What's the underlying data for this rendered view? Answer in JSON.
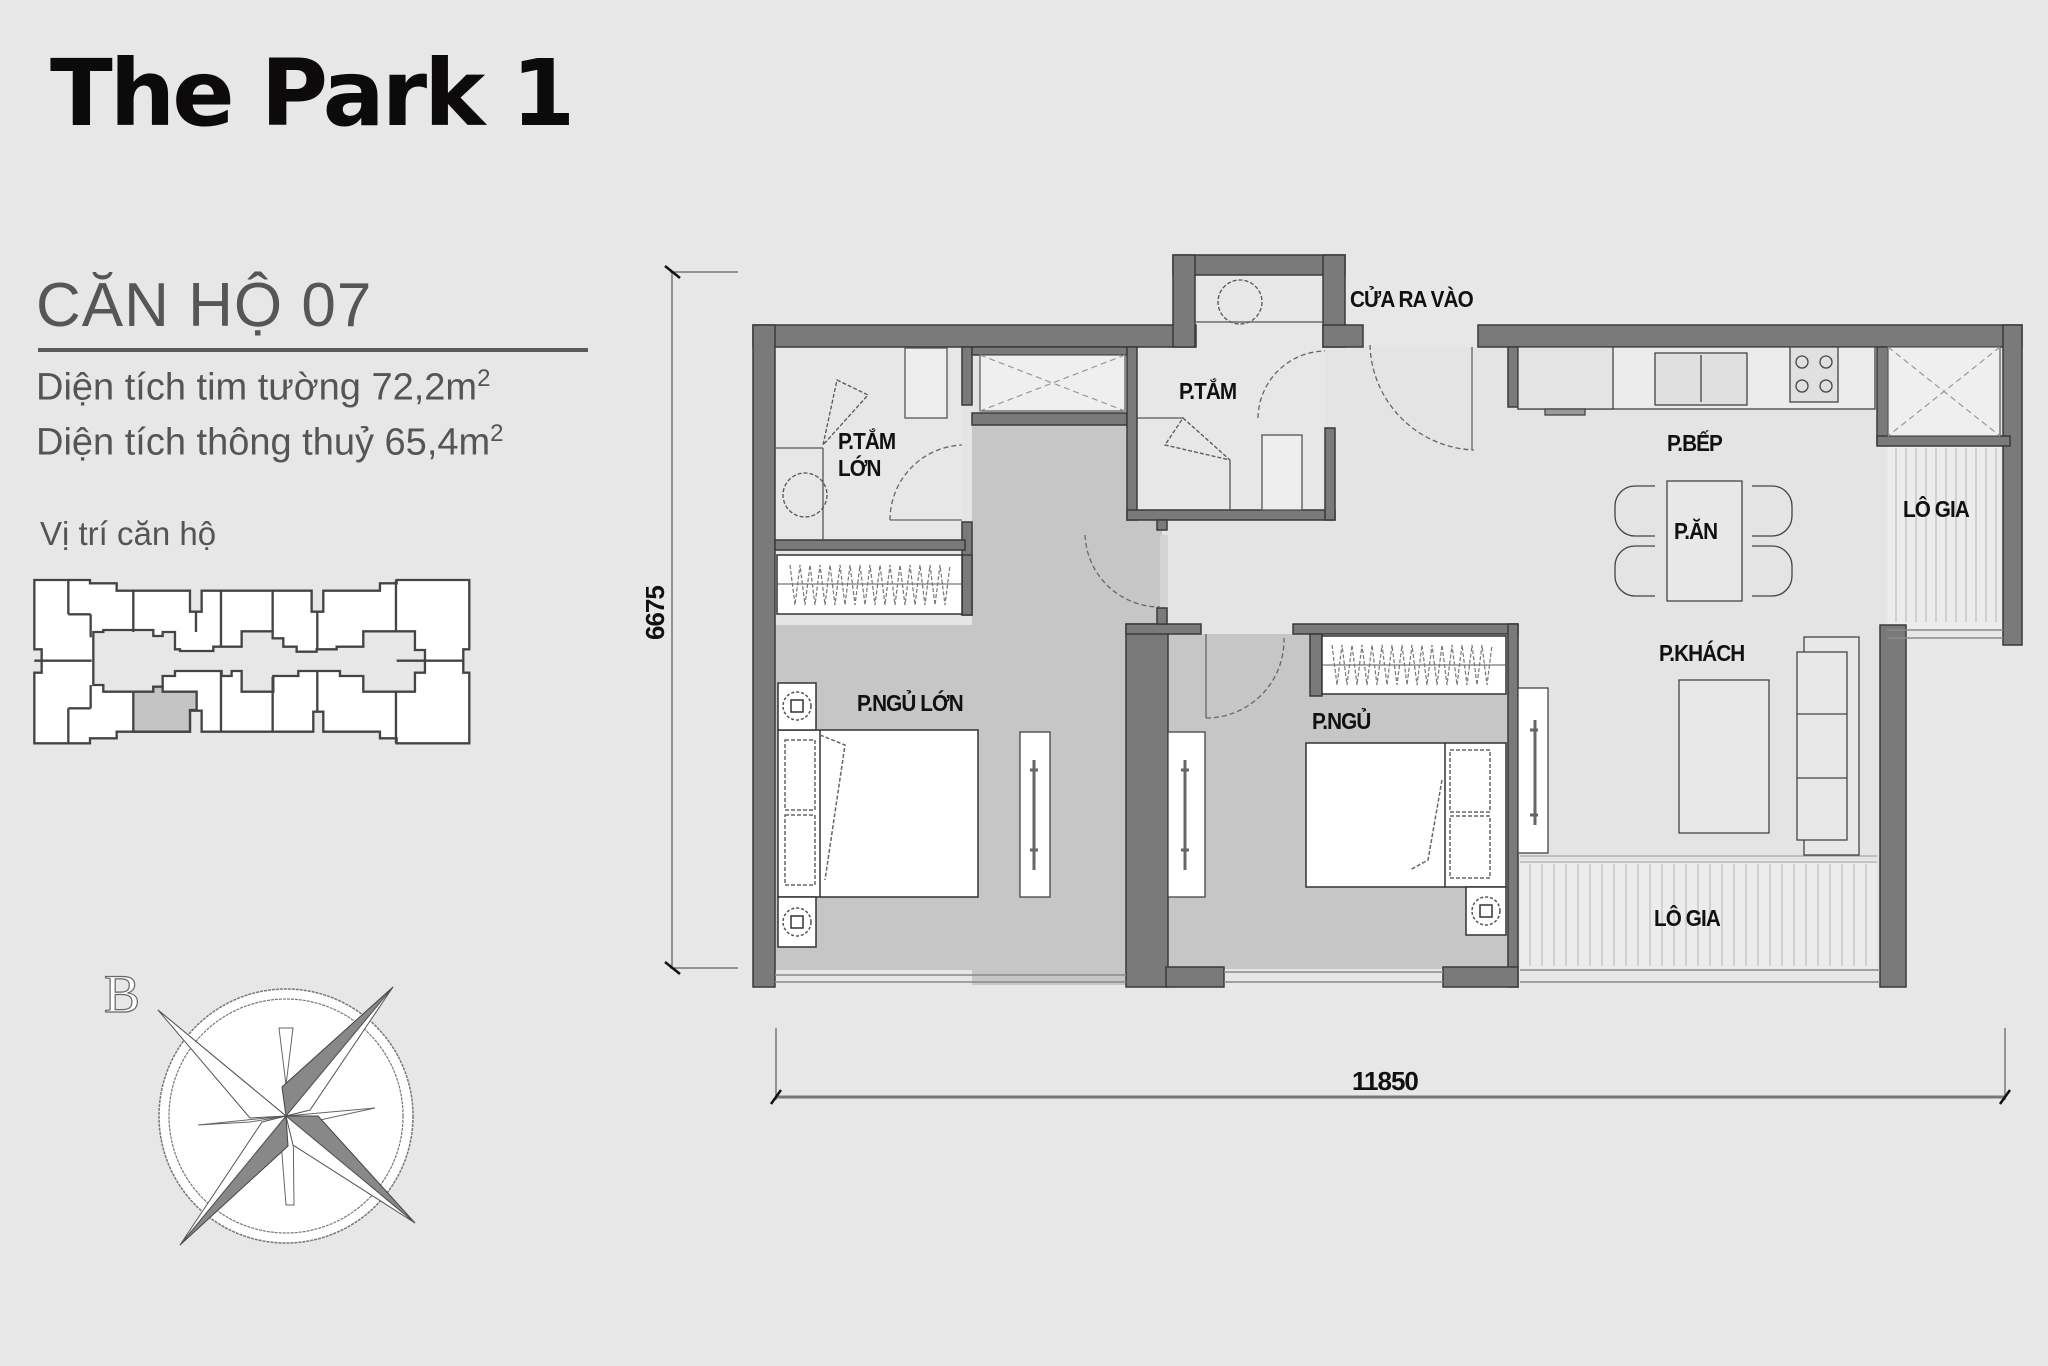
{
  "header": {
    "title": "The Park 1"
  },
  "unit": {
    "name": "CĂN HỘ 07",
    "area_gross_label": "Diện tích tim tường 72,2m",
    "area_gross_sup": "2",
    "area_net_label": "Diện tích thông thuỷ 65,4m",
    "area_net_sup": "2",
    "location_label": "Vị trí căn hộ"
  },
  "colors": {
    "background": "#e7e7e7",
    "wall": "#7a7a7a",
    "bedroom_floor": "#c6c6c6",
    "living_floor": "#e4e4e4",
    "furniture": "#ffffff",
    "highlight_unit": "#c4c4c4"
  },
  "floor_plan": {
    "rooms": [
      {
        "id": "master-bath",
        "label": "P.TẮM LỚN",
        "line1": "P.TẮM",
        "line2": "LỚN"
      },
      {
        "id": "bath",
        "label": "P.TẮM"
      },
      {
        "id": "entrance",
        "label": "CỬA RA VÀO"
      },
      {
        "id": "kitchen",
        "label": "P.BẾP"
      },
      {
        "id": "dining",
        "label": "P.ĂN"
      },
      {
        "id": "loggia-side",
        "label": "LÔ GIA"
      },
      {
        "id": "living",
        "label": "P.KHÁCH"
      },
      {
        "id": "master-bedroom",
        "label": "P.NGỦ LỚN"
      },
      {
        "id": "bedroom",
        "label": "P.NGỦ"
      },
      {
        "id": "loggia-front",
        "label": "LÔ GIA"
      }
    ],
    "dimensions": {
      "height_mm": "6675",
      "width_mm": "11850"
    }
  },
  "compass": {
    "north_label": "B",
    "icon": "compass-rose-icon"
  },
  "keyplan": {
    "highlighted_unit": "07"
  }
}
